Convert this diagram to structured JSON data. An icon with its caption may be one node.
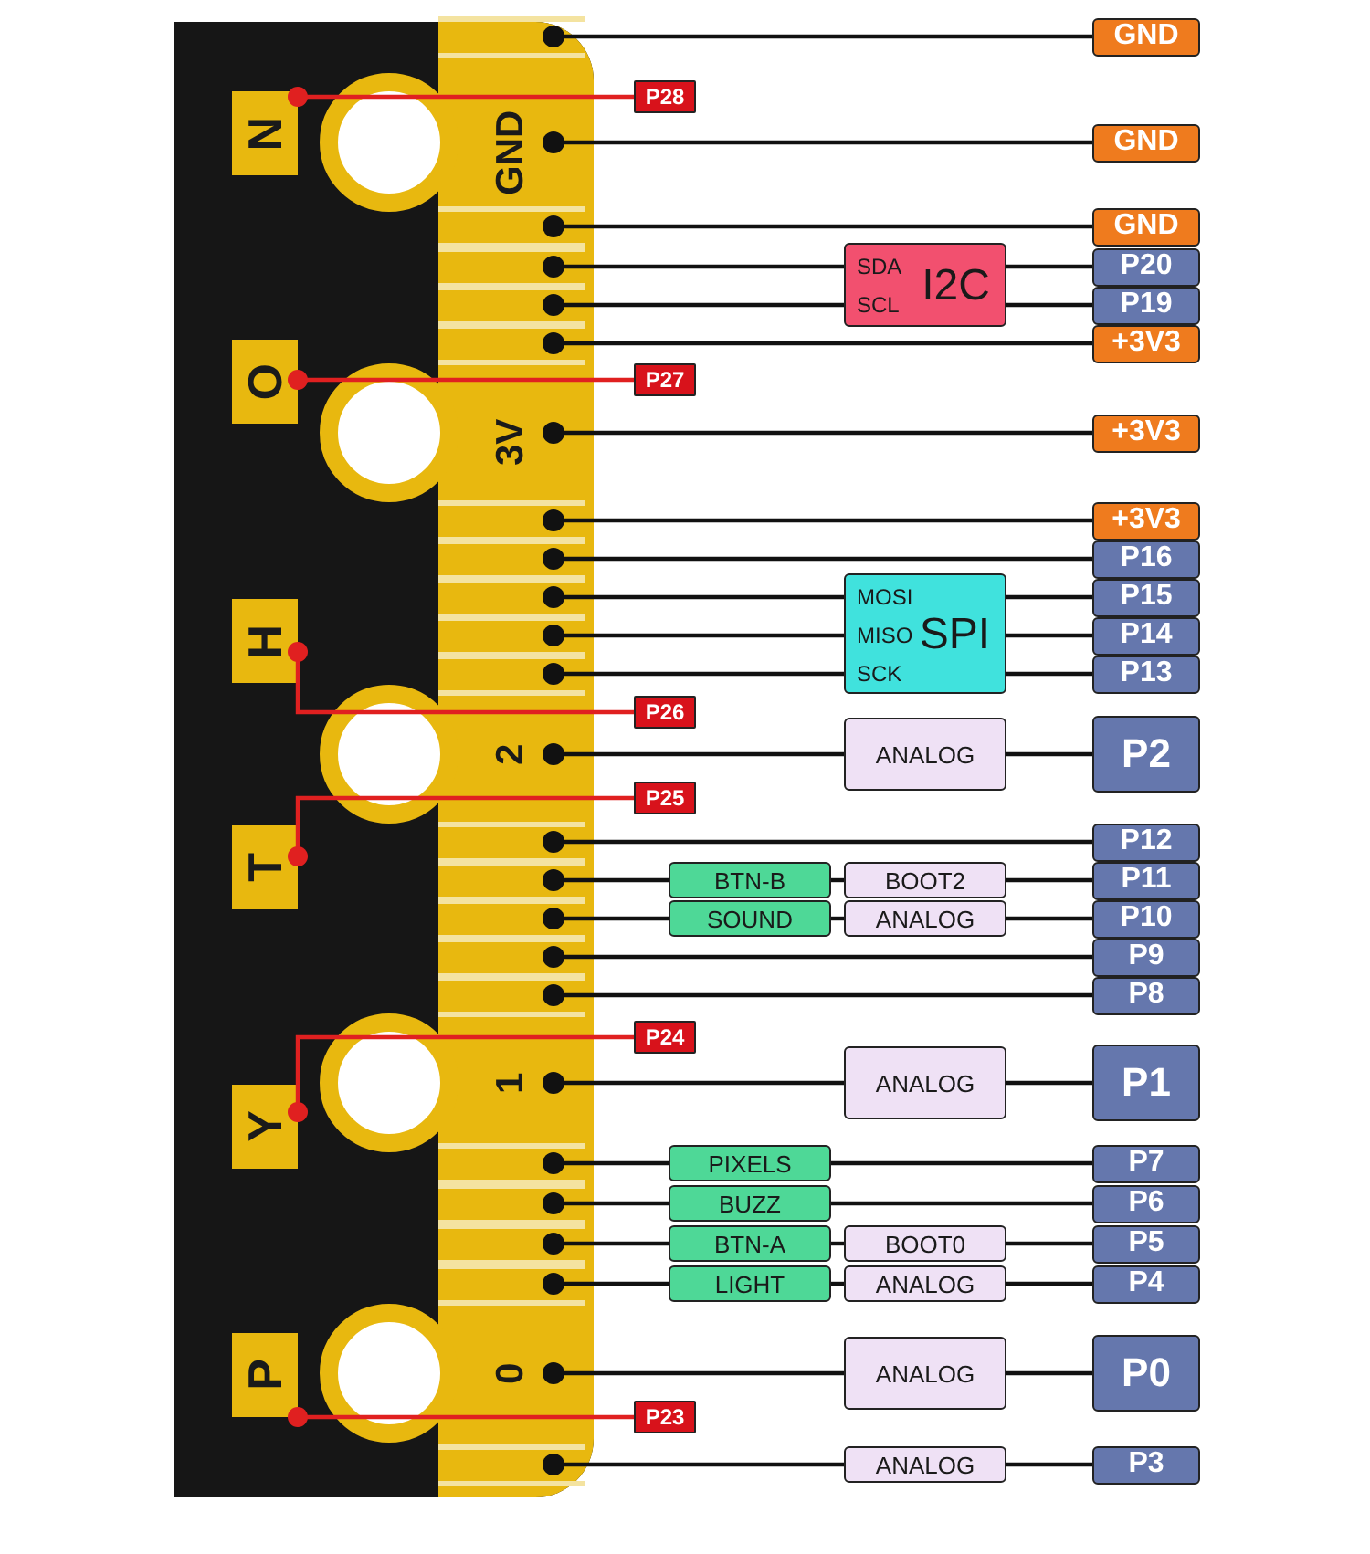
{
  "diagram": {
    "nodes": [
      {
        "text": [],
        "shape": "picture"
      },
      {
        "text": [],
        "shape": "circle",
        "in": 0
      },
      {
        "text": [
          "N"
        ],
        "in": 0
      },
      {
        "text": [
          "GND"
        ],
        "in": 0
      },
      {
        "text": [],
        "shape": "circle",
        "in": 0
      },
      {
        "text": [],
        "shape": "circle",
        "in": 0
      },
      {
        "text": [],
        "shape": "circle",
        "in": 0
      },
      {
        "text": [],
        "shape": "circle",
        "in": 0
      },
      {
        "text": [
          "O"
        ],
        "in": 0
      },
      {
        "text": [
          "3V"
        ],
        "in": 0
      },
      {
        "text": [],
        "shape": "circle",
        "in": 0
      },
      {
        "text": [],
        "shape": "circle",
        "in": 0
      },
      {
        "text": [],
        "shape": "circle",
        "in": 0
      },
      {
        "text": [],
        "shape": "circle",
        "in": 0
      },
      {
        "text": [],
        "shape": "circle",
        "in": 0
      },
      {
        "text": [
          "H"
        ],
        "in": 0
      },
      {
        "text": [
          "2"
        ],
        "in": 0
      },
      {
        "text": [
          "T"
        ],
        "in": 0
      },
      {
        "text": [],
        "shape": "circle",
        "in": 0
      },
      {
        "text": [],
        "shape": "circle",
        "in": 0
      },
      {
        "text": [],
        "shape": "circle",
        "in": 0
      },
      {
        "text": [],
        "shape": "circle",
        "in": 0
      },
      {
        "text": [],
        "shape": "circle",
        "in": 0
      },
      {
        "text": [
          "Y"
        ],
        "in": 0
      },
      {
        "text": [
          "1"
        ],
        "in": 0
      },
      {
        "text": [],
        "shape": "circle",
        "in": 0
      },
      {
        "text": [],
        "shape": "circle",
        "in": 0
      },
      {
        "text": [],
        "shape": "circle",
        "in": 0
      },
      {
        "text": [],
        "shape": "circle",
        "in": 0
      },
      {
        "text": [
          "P"
        ],
        "in": 0
      },
      {
        "text": [
          "0"
        ],
        "in": 0
      },
      {
        "text": [],
        "shape": "circle",
        "in": 0
      },
      {
        "text": [
          "GND"
        ]
      },
      {
        "text": [
          "P28"
        ]
      },
      {
        "text": [
          "GND"
        ]
      },
      {
        "text": [
          "GND"
        ]
      },
      {
        "text": [
          "SDA",
          "SCL",
          "I2C"
        ]
      },
      {
        "text": [
          "P20"
        ]
      },
      {
        "text": [
          "P19"
        ]
      },
      {
        "text": [
          "+3V3"
        ]
      },
      {
        "text": [
          "P27"
        ]
      },
      {
        "text": [
          "+3V3"
        ]
      },
      {
        "text": [
          "+3V3"
        ]
      },
      {
        "text": [
          "P16"
        ]
      },
      {
        "text": [
          "MOSI",
          "MISO",
          "SCK",
          "SPI"
        ]
      },
      {
        "text": [
          "P15"
        ]
      },
      {
        "text": [
          "P14"
        ]
      },
      {
        "text": [
          "P13"
        ]
      },
      {
        "text": [
          "P26"
        ]
      },
      {
        "text": [
          "ANALOG"
        ]
      },
      {
        "text": [
          "P2"
        ]
      },
      {
        "text": [
          "P25"
        ]
      },
      {
        "text": [
          "P12"
        ]
      },
      {
        "text": [
          "BTN-B"
        ]
      },
      {
        "text": [
          "BOOT2"
        ]
      },
      {
        "text": [
          "P11"
        ]
      },
      {
        "text": [
          "SOUND"
        ]
      },
      {
        "text": [
          "ANALOG"
        ]
      },
      {
        "text": [
          "P10"
        ]
      },
      {
        "text": [
          "P9"
        ]
      },
      {
        "text": [
          "P8"
        ]
      },
      {
        "text": [
          "P24"
        ]
      },
      {
        "text": [
          "ANALOG"
        ]
      },
      {
        "text": [
          "P1"
        ]
      },
      {
        "text": [
          "PIXELS"
        ]
      },
      {
        "text": [
          "P7"
        ]
      },
      {
        "text": [
          "BUZZ"
        ]
      },
      {
        "text": [
          "P6"
        ]
      },
      {
        "text": [
          "BTN-A"
        ]
      },
      {
        "text": [
          "BOOT0"
        ]
      },
      {
        "text": [
          "P5"
        ]
      },
      {
        "text": [
          "LIGHT"
        ]
      },
      {
        "text": [
          "ANALOG"
        ]
      },
      {
        "text": [
          "P4"
        ]
      },
      {
        "text": [
          "ANALOG"
        ]
      },
      {
        "text": [
          "P0"
        ]
      },
      {
        "text": [
          "P23"
        ]
      },
      {
        "text": [
          "ANALOG"
        ]
      },
      {
        "text": [
          "P3"
        ]
      }
    ],
    "edges": [
      {
        "from": 1,
        "to": 32,
        "arrow": "none"
      },
      {
        "from": 2,
        "to": 33,
        "arrow": "other",
        "color": "#e02020"
      },
      {
        "from": 3,
        "to": 34,
        "arrow": "none"
      },
      {
        "from": 4,
        "to": 35,
        "arrow": "none"
      },
      {
        "from": 5,
        "to": 36,
        "arrow": "none"
      },
      {
        "from": 36,
        "to": 37,
        "arrow": "none"
      },
      {
        "from": 6,
        "to": 36,
        "arrow": "none"
      },
      {
        "from": 36,
        "to": 38,
        "arrow": "none"
      },
      {
        "from": 7,
        "to": 39,
        "arrow": "none"
      },
      {
        "from": 8,
        "to": 40,
        "arrow": "other",
        "color": "#e02020"
      },
      {
        "from": 9,
        "to": 41,
        "arrow": "none"
      },
      {
        "from": 10,
        "to": 42,
        "arrow": "none"
      },
      {
        "from": 11,
        "to": 43,
        "arrow": "none"
      },
      {
        "from": 12,
        "to": 44,
        "arrow": "none"
      },
      {
        "from": 44,
        "to": 45,
        "arrow": "none"
      },
      {
        "from": 13,
        "to": 44,
        "arrow": "none"
      },
      {
        "from": 44,
        "to": 46,
        "arrow": "none"
      },
      {
        "from": 14,
        "to": 44,
        "arrow": "none"
      },
      {
        "from": 44,
        "to": 47,
        "arrow": "none"
      },
      {
        "from": 15,
        "to": 48,
        "arrow": "other",
        "color": "#e02020"
      },
      {
        "from": 16,
        "to": 49,
        "arrow": "none"
      },
      {
        "from": 49,
        "to": 50,
        "arrow": "none"
      },
      {
        "from": 17,
        "to": 51,
        "arrow": "other",
        "color": "#e02020"
      },
      {
        "from": 18,
        "to": 52,
        "arrow": "none"
      },
      {
        "from": 19,
        "to": 53,
        "arrow": "none"
      },
      {
        "from": 53,
        "to": 54,
        "arrow": "none"
      },
      {
        "from": 54,
        "to": 55,
        "arrow": "none"
      },
      {
        "from": 20,
        "to": 56,
        "arrow": "none"
      },
      {
        "from": 56,
        "to": 57,
        "arrow": "none"
      },
      {
        "from": 57,
        "to": 58,
        "arrow": "none"
      },
      {
        "from": 21,
        "to": 59,
        "arrow": "none"
      },
      {
        "from": 22,
        "to": 60,
        "arrow": "none"
      },
      {
        "from": 23,
        "to": 61,
        "arrow": "other",
        "color": "#e02020"
      },
      {
        "from": 24,
        "to": 62,
        "arrow": "none"
      },
      {
        "from": 62,
        "to": 63,
        "arrow": "none"
      },
      {
        "from": 25,
        "to": 64,
        "arrow": "none"
      },
      {
        "from": 64,
        "to": 65,
        "arrow": "none"
      },
      {
        "from": 26,
        "to": 66,
        "arrow": "none"
      },
      {
        "from": 66,
        "to": 67,
        "arrow": "none"
      },
      {
        "from": 27,
        "to": 68,
        "arrow": "none"
      },
      {
        "from": 68,
        "to": 69,
        "arrow": "none"
      },
      {
        "from": 69,
        "to": 70,
        "arrow": "none"
      },
      {
        "from": 28,
        "to": 71,
        "arrow": "none"
      },
      {
        "from": 71,
        "to": 72,
        "arrow": "none"
      },
      {
        "from": 72,
        "to": 73,
        "arrow": "none"
      },
      {
        "from": 30,
        "to": 74,
        "arrow": "none"
      },
      {
        "from": 74,
        "to": 75,
        "arrow": "none"
      },
      {
        "from": 29,
        "to": 76,
        "arrow": "other",
        "color": "#e02020"
      },
      {
        "from": 31,
        "to": 77,
        "arrow": "none"
      },
      {
        "from": 77,
        "to": 78,
        "arrow": "none"
      }
    ]
  }
}
